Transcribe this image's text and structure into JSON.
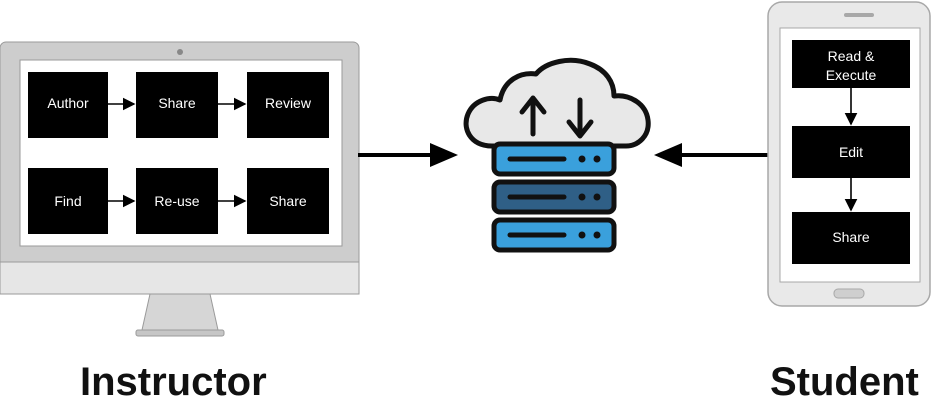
{
  "instructor": {
    "caption": "Instructor",
    "row1": [
      "Author",
      "Share",
      "Review"
    ],
    "row2": [
      "Find",
      "Re-use",
      "Share"
    ]
  },
  "student": {
    "caption": "Student",
    "steps": [
      "Read &",
      "Execute",
      "Edit",
      "Share"
    ]
  },
  "icons": {
    "monitor": "desktop-monitor-icon",
    "phone": "smartphone-icon",
    "cloud": "cloud-server-icon"
  },
  "colors": {
    "box_fill": "#000000",
    "box_text": "#ffffff",
    "server_light_blue": "#3aa0dc",
    "server_dark_blue": "#2f5f86",
    "device_gray": "#cfcfcf"
  }
}
